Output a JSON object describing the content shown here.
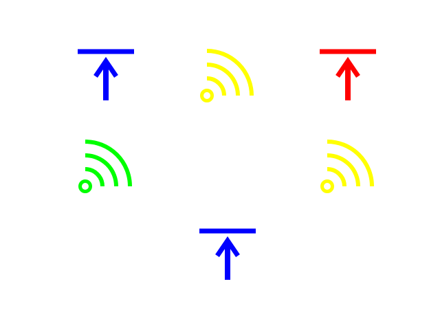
{
  "icons": [
    {
      "id": "upload-1",
      "type": "upload-icon",
      "color": "#0000ff"
    },
    {
      "id": "rss-1",
      "type": "rss-icon",
      "color": "#ffff00"
    },
    {
      "id": "upload-2",
      "type": "upload-icon",
      "color": "#ff0000"
    },
    {
      "id": "rss-2",
      "type": "rss-icon",
      "color": "#00ff00"
    },
    {
      "id": "rss-3",
      "type": "rss-icon",
      "color": "#ffff00"
    },
    {
      "id": "upload-3",
      "type": "upload-icon",
      "color": "#0000ff"
    }
  ]
}
